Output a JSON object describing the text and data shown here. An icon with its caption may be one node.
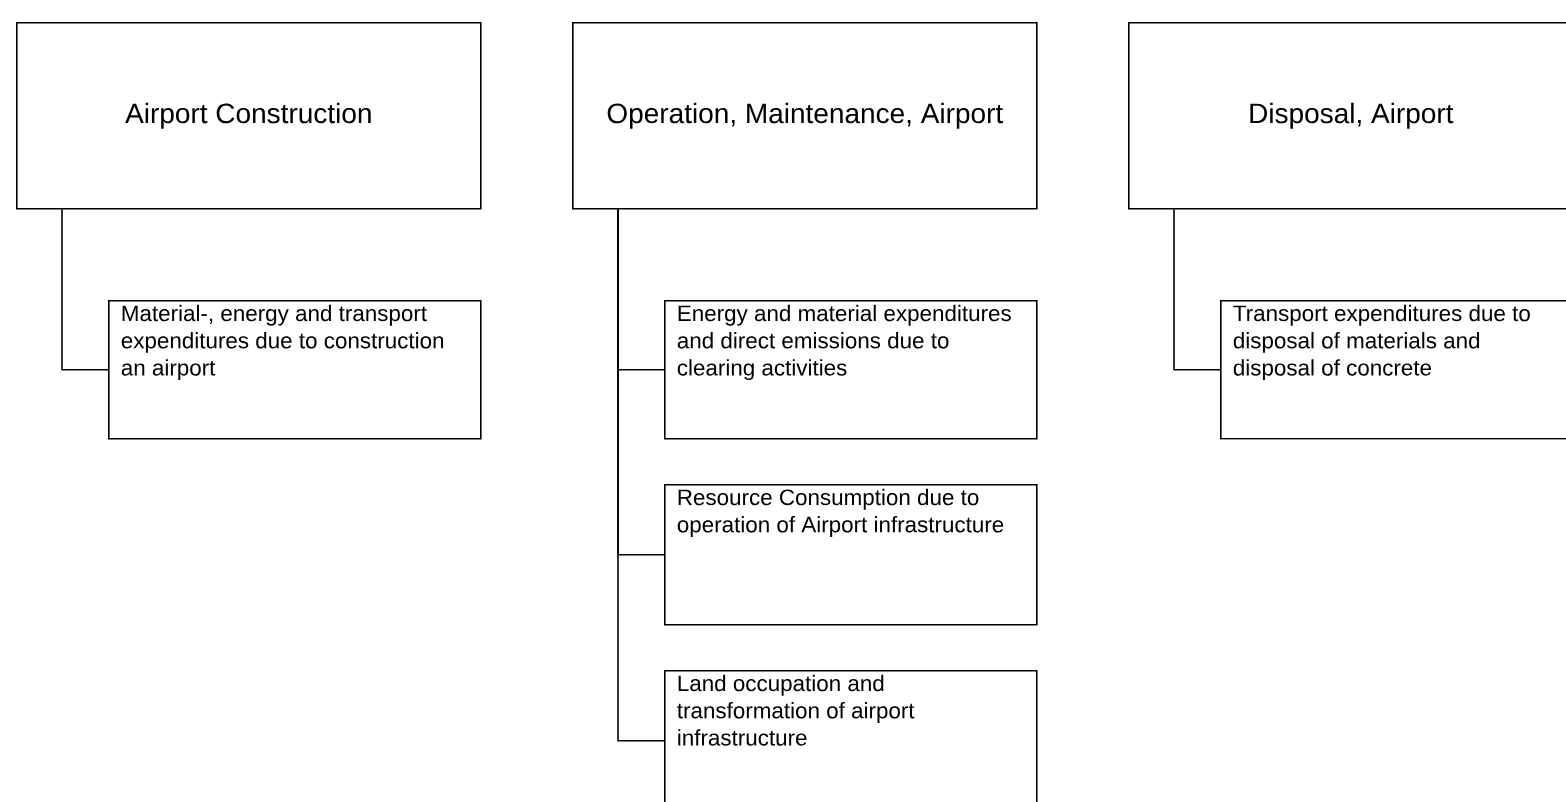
{
  "diagram": {
    "nodes": [
      {
        "text": [
          "Airport Construction"
        ]
      },
      {
        "text": [
          "Operation, Maintenance, Airport"
        ]
      },
      {
        "text": [
          "Disposal, Airport"
        ]
      },
      {
        "text": [
          "Material-, energy and transport expenditures due to construction an airport"
        ]
      },
      {
        "text": [
          "Energy and material expenditures and direct emissions due to clearing activities"
        ]
      },
      {
        "text": [
          "Resource Consumption due to operation of Airport infrastructure"
        ]
      },
      {
        "text": [
          "Land occupation and transformation of airport infrastructure"
        ]
      },
      {
        "text": [
          "Transport expenditures due to disposal of materials and disposal of concrete"
        ]
      }
    ],
    "edges": [
      {
        "from": 0,
        "to": 3,
        "arrow": "none"
      },
      {
        "from": 1,
        "to": 4,
        "arrow": "none"
      },
      {
        "from": 1,
        "to": 5,
        "arrow": "none"
      },
      {
        "from": 1,
        "to": 6,
        "arrow": "none"
      },
      {
        "from": 2,
        "to": 7,
        "arrow": "none"
      }
    ]
  }
}
